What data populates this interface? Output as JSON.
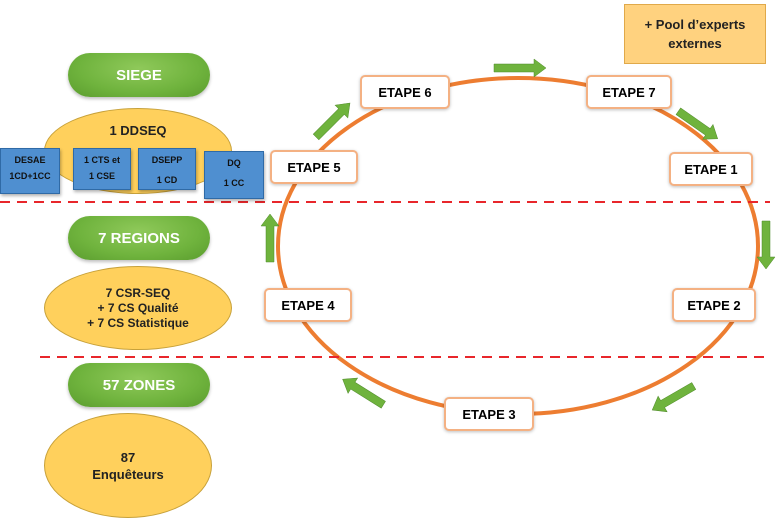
{
  "left_panel": {
    "siege": {
      "label": "SIEGE",
      "entity": "1 DDSEQ",
      "units": [
        {
          "line1": "DESAE",
          "line2": "1CD+1CC"
        },
        {
          "line1": "1 CTS et",
          "line2": "1 CSE"
        },
        {
          "line1": "DSEPP",
          "line2": "1 CD"
        },
        {
          "line1": "DQ",
          "line2": "1 CC"
        }
      ]
    },
    "regions": {
      "label": "7 REGIONS",
      "lines": [
        "7 CSR-SEQ",
        "+ 7 CS Qualité",
        "+ 7 CS Statistique"
      ]
    },
    "zones": {
      "label": "57 ZONES",
      "lines": [
        "87",
        "Enquêteurs"
      ]
    }
  },
  "cycle": {
    "steps": [
      "ETAPE 1",
      "ETAPE 2",
      "ETAPE 3",
      "ETAPE 4",
      "ETAPE 5",
      "ETAPE 6",
      "ETAPE 7"
    ]
  },
  "external_note": {
    "line1": "+ Pool d’experts",
    "line2": "externes"
  },
  "colors": {
    "green_pill": "#6fb33d",
    "yellow_ellipse": "#ffd05c",
    "blue_box": "#4f8fd0",
    "cycle_ring": "#ed7d31",
    "etape_border": "#f4b183",
    "arrow_green": "#6fb33d",
    "divider_red": "#e8262b",
    "note_orange": "#ffd27f"
  }
}
